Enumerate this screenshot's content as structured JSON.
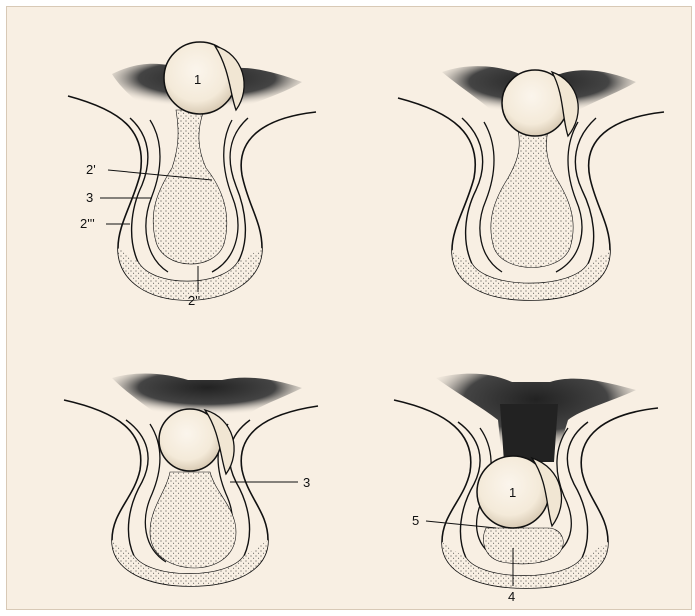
{
  "labels": {
    "one_a": "1",
    "two_prime": "2'",
    "three_a": "3",
    "two_triple": "2'''",
    "two_double": "2''",
    "three_b": "3",
    "one_d": "1",
    "five": "5",
    "four": "4"
  },
  "colors": {
    "paper": "#f8efe3",
    "ink": "#111111"
  }
}
